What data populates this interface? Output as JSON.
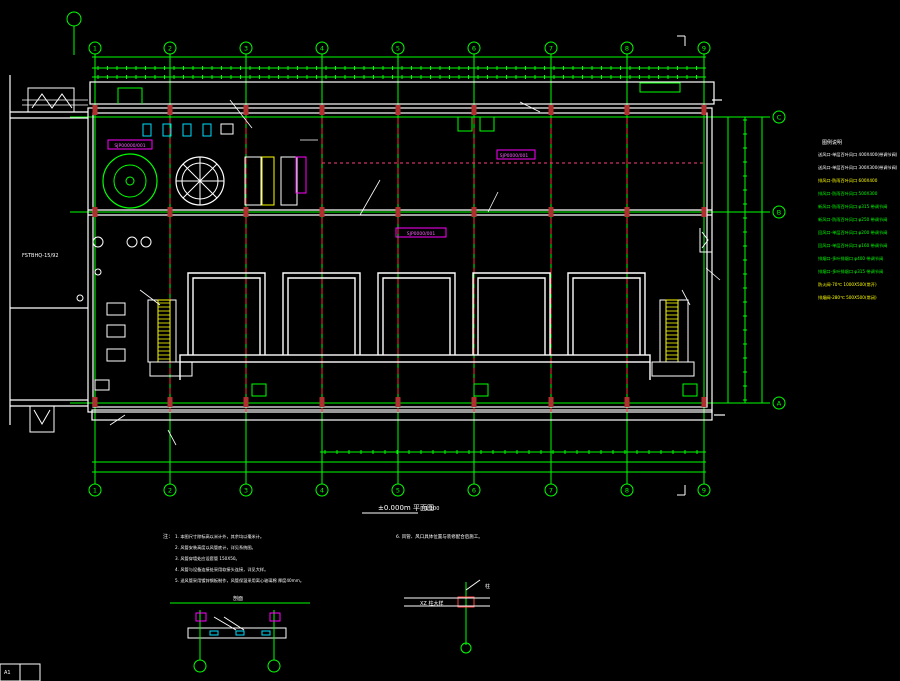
{
  "drawing": {
    "axis_numbers": [
      "1",
      "2",
      "3",
      "4",
      "5",
      "6",
      "7",
      "8",
      "9"
    ],
    "axis_letters": [
      "C",
      "B",
      "A"
    ],
    "room_tag_north": "SJP00000/001",
    "room_tag_center": "SJP0000/001",
    "room_tag_mid": "SJP0000/001",
    "left_label_1": "FSTBHQ-15/92",
    "plan_title": "±0.000m 平面图",
    "plan_scale": "1:100",
    "detail_label_left": "剖面",
    "detail_label_right": "柱",
    "detail_note": "XZ 柱大样",
    "bottom_table_cell": "A1"
  },
  "legend": {
    "title": "图例说明",
    "items": [
      "送风口-单层百叶风口 400X400(带调节阀)",
      "送风口-单层百叶风口 300X300(带调节阀)",
      "排风口-防雨百叶风口 600X400",
      "排风口-防雨百叶风口 500X300",
      "新风口-防雨百叶风口 φ315 带调节阀",
      "新风口-防雨百叶风口 φ250 带调节阀",
      "回风口-单层百叶风口 φ200 带调节阀",
      "回风口-单层百叶风口 φ160 带调节阀",
      "排烟口-多叶排烟口 φ400 带调节阀",
      "排烟口-多叶排烟口 φ315 带调节阀",
      "防火阀-70℃ 1000X500(常开)",
      "排烟阀-280℃ 500X500(常闭)"
    ]
  },
  "notes": {
    "header": "注：",
    "lines": [
      "1. 本图尺寸除标高以米计外，其余均以毫米计。",
      "2. 风管安装高度以风管底计，详见系统图。",
      "3. 风管穿墙处应设套管 150X50。",
      "4. 风管与设备连接处采用软接头连接，详见大样。",
      "5. 送风管采用镀锌钢板制作，风管保温采用离心玻璃棉 厚度40mm。"
    ],
    "right_note": "6. 风管、风口具体位置与装修配合后施工。"
  }
}
